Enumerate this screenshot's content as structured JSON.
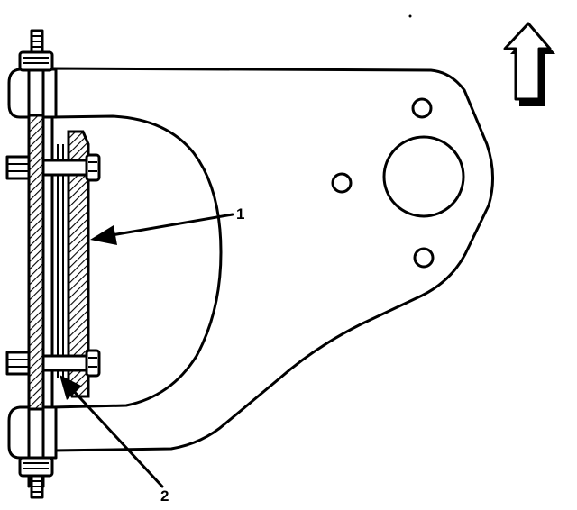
{
  "callouts": [
    {
      "number": "1",
      "target": "shim-pack"
    },
    {
      "number": "2",
      "target": "shim-bolt"
    }
  ],
  "icons": {
    "direction_arrow": "arrow-up-icon"
  },
  "colors": {
    "line": "#000000",
    "background": "#ffffff"
  }
}
